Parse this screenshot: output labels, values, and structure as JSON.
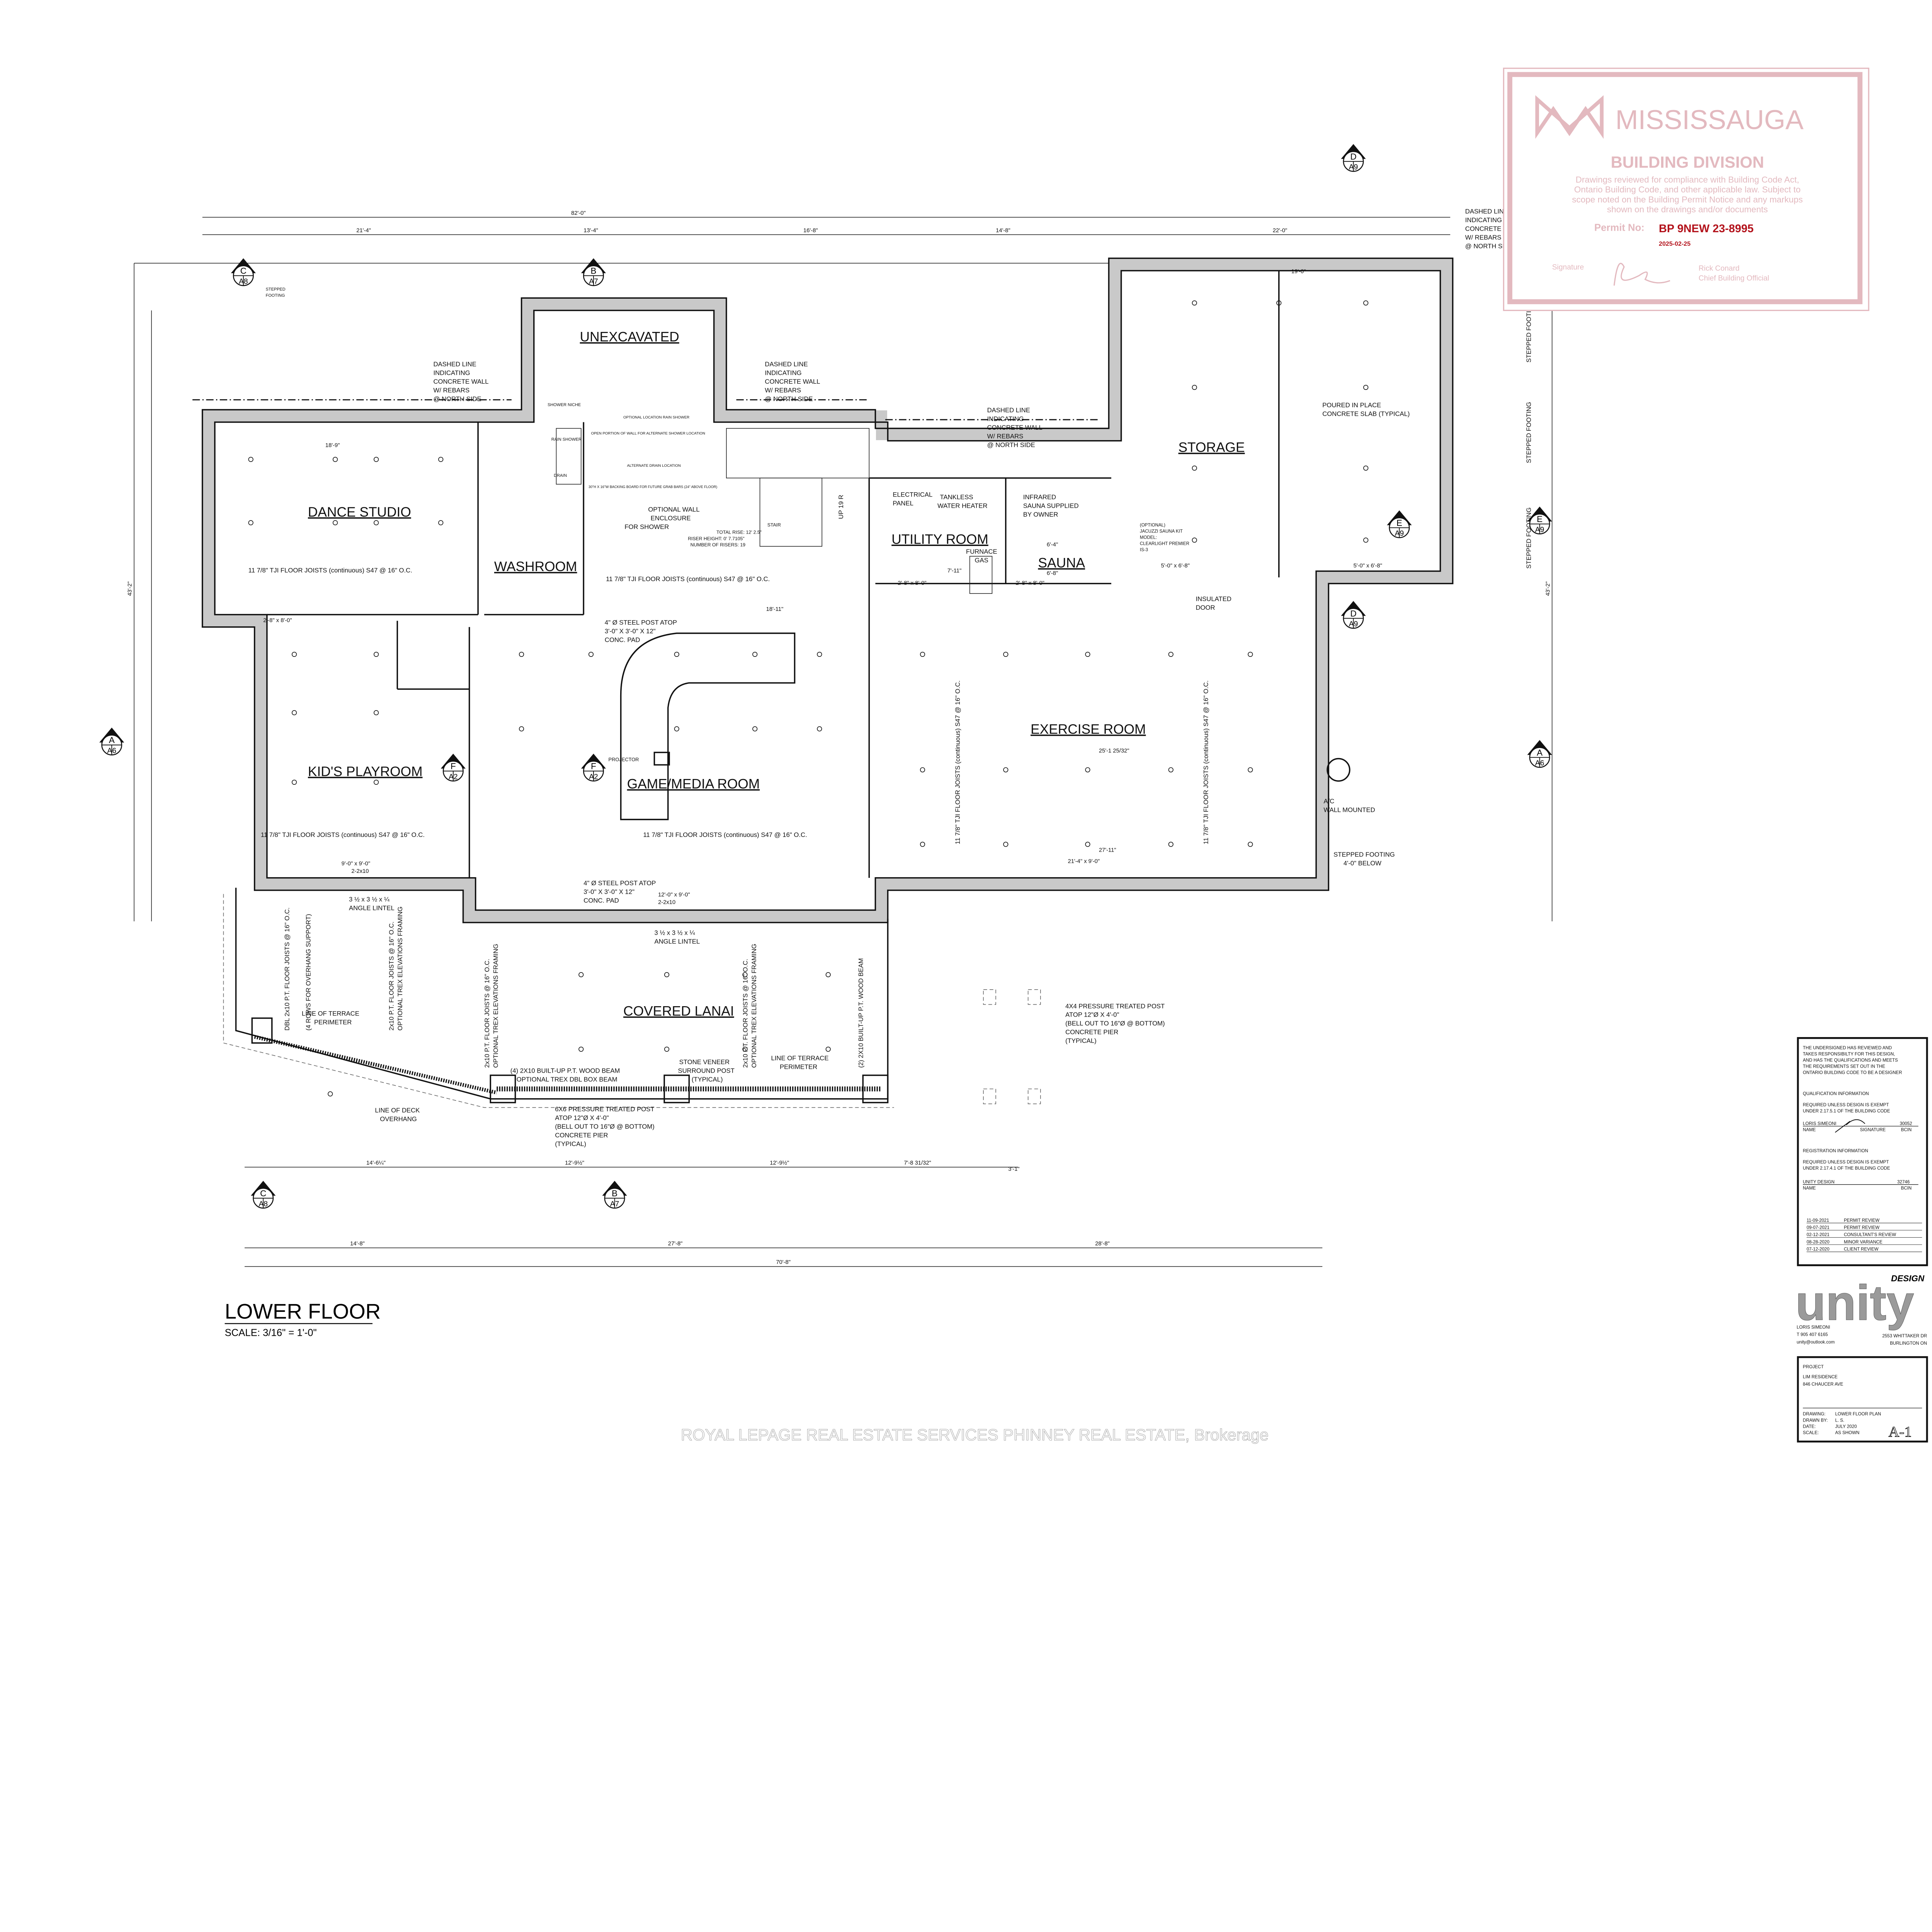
{
  "drawing": {
    "title": "LOWER FLOOR",
    "scale": "SCALE: 3/16\" = 1'-0\"",
    "rooms": {
      "unexcavated": "UNEXCAVATED",
      "dance_studio": "DANCE STUDIO",
      "washroom": "WASHROOM",
      "utility_room": "UTILITY ROOM",
      "sauna": "SAUNA",
      "storage": "STORAGE",
      "exercise_room": "EXERCISE ROOM",
      "kids_playroom": "KID'S PLAYROOM",
      "game_media_room": "GAME/MEDIA ROOM",
      "covered_lanai": "COVERED LANAI"
    },
    "notes": {
      "dashed_line_1": [
        "DASHED LINE",
        "INDICATING",
        "CONCRETE WALL",
        "W/ REBARS",
        "@ NORTH SIDE"
      ],
      "dashed_line_ne": [
        "DASHED LINE",
        "INDICATING",
        "CONCRETE WALL",
        "W/ REBARS",
        "@ NORTH SIDE"
      ],
      "shower": [
        "SHOWER NICHE",
        "RAIN SHOWER",
        "DRAIN",
        "OPEN PORTION OF WALL FOR ALTERNATE SHOWER LOCATION",
        "OPTIONAL LOCATION RAIN SHOWER",
        "ALTERNATE DRAIN LOCATION"
      ],
      "optional_wall": [
        "OPTIONAL WALL",
        "ENCLOSURE",
        "FOR SHOWER"
      ],
      "backing_board": "30\"H X 16\"W BACKING BOARD FOR FUTURE GRAB BARS (24\" ABOVE FLOOR)",
      "stair": [
        "STAIR",
        "TOTAL RISE: 12' 2.5\"",
        "RISER HEIGHT: 0' 7.7105\"",
        "NUMBER OF RISERS: 19"
      ],
      "up_19r": "UP 19 R",
      "joists": "11 7/8\" TJI FLOOR JOISTS (continuous) S47 @ 16\" O.C.",
      "steel_post": [
        "4\" Ø STEEL POST ATOP",
        "3'-0\" X 3'-0\" X 12\"",
        "CONC. PAD"
      ],
      "electrical_panel": [
        "ELECTRICAL",
        "PANEL"
      ],
      "water_heater": [
        "TANKLESS",
        "WATER HEATER"
      ],
      "furnace": [
        "FURNACE",
        "GAS"
      ],
      "infrared_sauna": [
        "INFRARED",
        "SAUNA SUPPLIED",
        "BY OWNER"
      ],
      "jacuzzi": [
        "(OPTIONAL)",
        "JACUZZI SAUNA KIT",
        "MODEL:",
        "CLEARLIGHT PREMIER",
        "IS-3"
      ],
      "poured_slab": [
        "POURED IN PLACE",
        "CONCRETE SLAB (TYPICAL)"
      ],
      "insulated_door": [
        "INSULATED",
        "DOOR"
      ],
      "stepped_footing": "STEPPED FOOTING",
      "stepped_footing_below": [
        "STEPPED FOOTING",
        "4'-0\" BELOW"
      ],
      "ac": [
        "A/C",
        "WALL MOUNTED"
      ],
      "projector": "PROJECTOR",
      "angle_lintel": [
        "3 ½ x 3 ½ x ¼",
        "ANGLE LINTEL"
      ],
      "lanai_joists": "2x10 P.T. FLOOR JOISTS @ 16\" O.C.",
      "trex": "OPTIONAL TREX ELEVATIONS FRAMING",
      "dbl_joists": "DBL 2x10 P.T. FLOOR JOISTS @ 16\" O.C.",
      "rows_support": "(4 ROWS FOR OVERHANG SUPPORT)",
      "terrace_perimeter": [
        "LINE OF TERRACE",
        "PERIMETER"
      ],
      "deck_overhang": [
        "LINE OF DECK",
        "OVERHANG"
      ],
      "wood_beam_4": [
        "(4) 2X10 BUILT-UP P.T. WOOD BEAM",
        "OPTIONAL TREX DBL BOX BEAM"
      ],
      "wood_beam_2": "(2) 2X10 BUILT-UP P.T. WOOD BEAM",
      "stone_veneer": [
        "STONE VENEER",
        "SURROUND POST",
        "(TYPICAL)"
      ],
      "post_6x6": [
        "6X6 PRESSURE TREATED POST",
        "ATOP 12\"Ø X 4'-0\"",
        "(BELL OUT TO 16\"Ø @ BOTTOM)",
        "CONCRETE PIER",
        "(TYPICAL)"
      ],
      "post_4x4": [
        "4X4 PRESSURE TREATED POST",
        "ATOP 12\"Ø X 4'-0\"",
        "(BELL OUT TO 16\"Ø @ BOTTOM)",
        "CONCRETE PIER",
        "(TYPICAL)"
      ],
      "stepped_footing_top": [
        "STEPPED",
        "FOOTING"
      ],
      "dashed_line_top_right": [
        "DASHED LINE",
        "INDICATING",
        "CONCRETE WALL",
        "W/ REBARS",
        "@ NORTH SIDE"
      ]
    },
    "dimensions": {
      "top_overall": "82'-0\"",
      "top_segments": [
        "21'-4\"",
        "13'-4\"",
        "16'-8\"",
        "14'-8\"",
        "22'-0\""
      ],
      "bottom_segments": [
        "14'-8\"",
        "27'-8\"",
        "28'-8\""
      ],
      "bottom_overall": "70'-8\"",
      "lanai_segments": [
        "14'-6¼\"",
        "12'-9½\"",
        "12'-9½\"",
        "7'-8 31/32\"",
        "3'-1\""
      ],
      "left_overall": "43'-2\"",
      "right_overall": "43'-2\"",
      "misc": [
        "18'-9\"",
        "18'-11\"",
        "25'-1 25/32\"",
        "27'-11\"",
        "21'-4\" x 9'-0\"",
        "9'-0\" x 9'-0\"",
        "2-2x10",
        "12'-0\" x 9'-0\"",
        "2-2x10",
        "6'-4\"",
        "6'-8\"",
        "7'-11\"",
        "19'-0\"",
        "5'-0\" x 6'-8\"",
        "5'-0\" x 6'-8\"",
        "2'-8\" x 8'-0\"",
        "2'-8\" x 8'-0\"",
        "2'-8\" x 8'-0\""
      ]
    },
    "section_markers": [
      {
        "letter": "C",
        "sheet": "A8"
      },
      {
        "letter": "B",
        "sheet": "A7"
      },
      {
        "letter": "A",
        "sheet": "A6"
      },
      {
        "letter": "A",
        "sheet": "A6"
      },
      {
        "letter": "D",
        "sheet": "A9"
      },
      {
        "letter": "D",
        "sheet": "A9"
      },
      {
        "letter": "E",
        "sheet": "A9"
      },
      {
        "letter": "E",
        "sheet": "A9"
      },
      {
        "letter": "F",
        "sheet": "A2"
      },
      {
        "letter": "F",
        "sheet": "A2"
      },
      {
        "letter": "C",
        "sheet": "A8"
      },
      {
        "letter": "B",
        "sheet": "A7"
      }
    ]
  },
  "stamp": {
    "brand": "MISSISSAUGA",
    "division": "BUILDING DIVISION",
    "statement": [
      "Drawings reviewed for compliance with Building Code Act,",
      "Ontario Building Code, and other applicable law. Subject to",
      "scope noted on the Building Permit Notice and any markups",
      "shown on the drawings and/or documents"
    ],
    "permit_label": "Permit No:",
    "permit_number": "BP 9NEW 23-8995",
    "permit_date": "2025-02-25",
    "signature_label": "Signature",
    "official_name": "Rick Conard",
    "official_title": "Chief Building Official",
    "color": "#e3b9bf",
    "permit_color": "#b3121b"
  },
  "title_block": {
    "declaration": [
      "THE UNDERSIGNED HAS REVIEWED AND",
      "TAKES RESPONSIBILTY FOR THIS DESIGN,",
      "AND HAS THE QUALIFICATIONS AND MEETS",
      "THE REQUIREMENTS SET OUT IN THE",
      "ONTARIO BUILDING  CODE TO BE A DESIGNER"
    ],
    "qualification_heading": "QUALIFICATION INFORMATION",
    "qualification_text": [
      "REQUIRED UNLESS DESIGN IS EXEMPT",
      "UNDER 2.17.5.1 OF THE BUILDING CODE"
    ],
    "designer_name": "LORIS SIMEONI",
    "designer_bcin": "30052",
    "name_label": "NAME",
    "signature_label": "SIGNATURE",
    "bcin_label": "BCIN",
    "registration_heading": "REGISTRATION INFORMATION",
    "registration_text": [
      "REQUIRED UNLESS DESIGN IS EXEMPT",
      "UNDER 2.17.4.1 OF THE BUILDING CODE"
    ],
    "firm_name": "UNITY DESIGN",
    "firm_bcin": "32746",
    "revisions": [
      {
        "date": "11-09-2021",
        "desc": "PERMIT REVIEW"
      },
      {
        "date": "09-07-2021",
        "desc": "PERMIT REVIEW"
      },
      {
        "date": "02-12-2021",
        "desc": "CONSULTANT'S REVIEW"
      },
      {
        "date": "08-28-2020",
        "desc": "MINOR VARIANCE"
      },
      {
        "date": "07-12-2020",
        "desc": "CLIENT REVIEW"
      }
    ],
    "logo": "unity",
    "logo_sub": "DESIGN",
    "contact": [
      "LORIS SIMEONI",
      "T 905 407 6165",
      "unity@outlook.com"
    ],
    "address": [
      "2553 WHITTAKER DR",
      "BURLINGTON ON"
    ],
    "project_label": "PROJECT",
    "project": [
      "LIM RESIDENCE",
      "846 CHAUCER AVE"
    ],
    "drawing_label": "DRAWING:",
    "drawing_value": "LOWER FLOOR PLAN",
    "drawn_by_label": "DRAWN BY:",
    "drawn_by_value": "L. S.",
    "date_label": "DATE:",
    "date_value": "JULY 2020",
    "scale_label": "SCALE:",
    "scale_value": "AS SHOWN",
    "sheet": "A-1"
  },
  "watermark": "ROYAL LEPAGE REAL ESTATE SERVICES PHINNEY REAL ESTATE, Brokerage"
}
